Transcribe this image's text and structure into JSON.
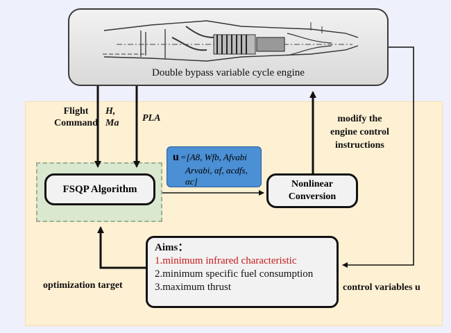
{
  "engine": {
    "title": "Double bypass variable cycle engine"
  },
  "inputs": {
    "flight_command": "Flight\nCommand",
    "h_ma": "H,\nMa",
    "pla": "PLA"
  },
  "modify_label": "modify the\nengine control\ninstructions",
  "fsqp": {
    "label": "FSQP Algorithm"
  },
  "conversion": {
    "label": "Nonlinear\nConversion"
  },
  "u_vector": {
    "symbol": "u",
    "line1": "=[A8, Wfb, Afvabi",
    "line2": "Arvabi, αf, αcdfs, αc]"
  },
  "aims": {
    "header": "Aims：",
    "item1": "1.minimum infrared characteristic",
    "item2": "2.minimum specific fuel consumption",
    "item3": "3.maximum thrust"
  },
  "optimization_target": "optimization target",
  "control_variables": "control variables u",
  "colors": {
    "panel": "#fdf0d3",
    "u_box": "#4b8fd4",
    "fsqp_frame": "#dbe8d0",
    "highlight_red": "#c41a1a"
  }
}
